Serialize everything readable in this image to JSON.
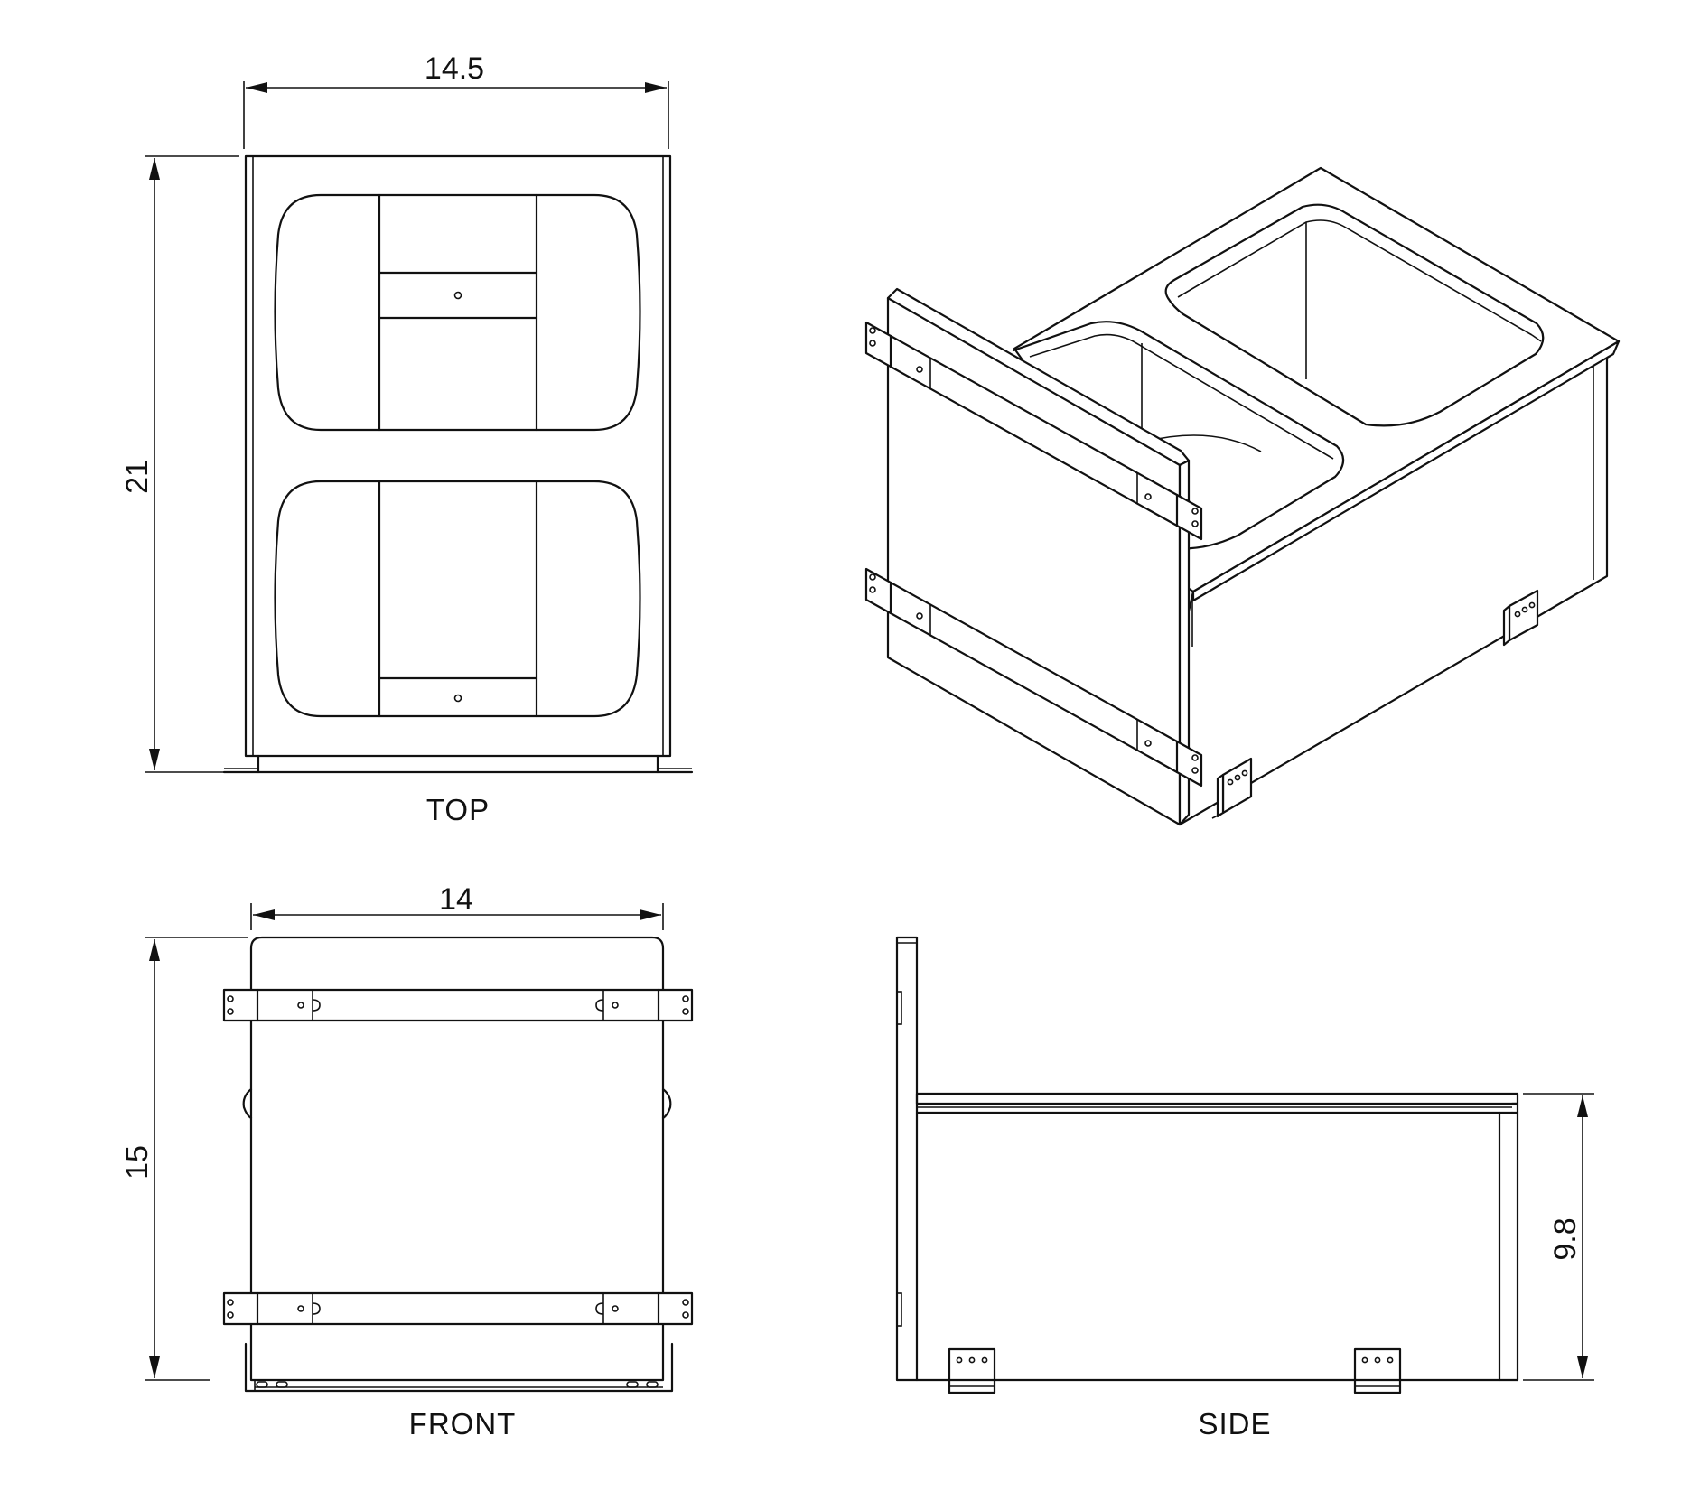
{
  "views": {
    "top": "TOP",
    "front": "FRONT",
    "side": "SIDE"
  },
  "dimensions": {
    "top_width": "14.5",
    "top_depth": "21",
    "front_width": "14",
    "front_height": "15",
    "side_height": "9.8"
  },
  "colors": {
    "line": "#111111",
    "background": "#ffffff"
  }
}
